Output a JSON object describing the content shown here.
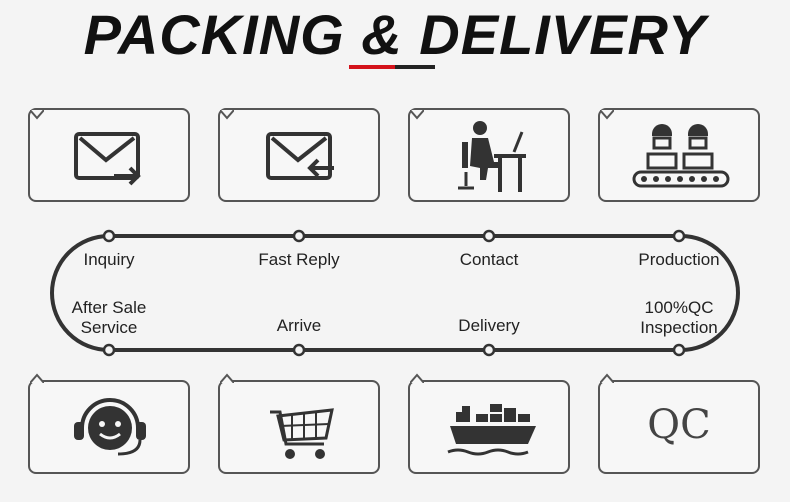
{
  "title": "PACKING & DELIVERY",
  "top_steps": [
    {
      "label": "Inquiry",
      "icon": "envelope-send-icon"
    },
    {
      "label": "Fast Reply",
      "icon": "envelope-reply-icon"
    },
    {
      "label": "Contact",
      "icon": "person-at-desk-icon"
    },
    {
      "label": "Production",
      "icon": "workers-conveyor-icon"
    }
  ],
  "bottom_steps": [
    {
      "label_line1": "After Sale",
      "label_line2": "Service",
      "icon": "headset-smiley-icon"
    },
    {
      "label_line1": "Arrive",
      "label_line2": "",
      "icon": "shopping-cart-icon"
    },
    {
      "label_line1": "Delivery",
      "label_line2": "",
      "icon": "cargo-ship-icon"
    },
    {
      "label_line1": "100%QC",
      "label_line2": "Inspection",
      "icon": "qc-icon",
      "icon_text": "QC"
    }
  ],
  "colors": {
    "accent_red": "#d4121b",
    "line": "#333333"
  }
}
